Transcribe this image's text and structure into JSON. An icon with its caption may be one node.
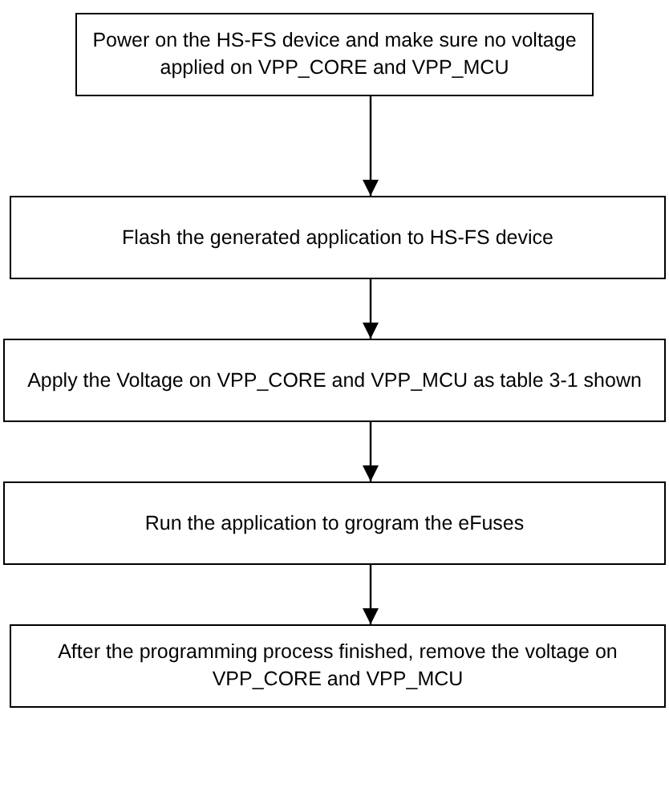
{
  "diagram": {
    "nodes": [
      {
        "text": [
          "Power on the HS-FS device and make sure no voltage applied on VPP_CORE and VPP_MCU"
        ]
      },
      {
        "text": [
          "Flash the generated application to HS-FS device"
        ]
      },
      {
        "text": [
          "Apply the Voltage on VPP_CORE and VPP_MCU as table 3-1 shown"
        ]
      },
      {
        "text": [
          "Run the application to grogram the eFuses"
        ]
      },
      {
        "text": [
          "After the programming process finished, remove the voltage on VPP_CORE and VPP_MCU"
        ]
      }
    ],
    "edges": [
      {
        "from": 0,
        "to": 1,
        "arrow": "to"
      },
      {
        "from": 1,
        "to": 2,
        "arrow": "to"
      },
      {
        "from": 2,
        "to": 3,
        "arrow": "to"
      },
      {
        "from": 3,
        "to": 4,
        "arrow": "to"
      }
    ]
  }
}
